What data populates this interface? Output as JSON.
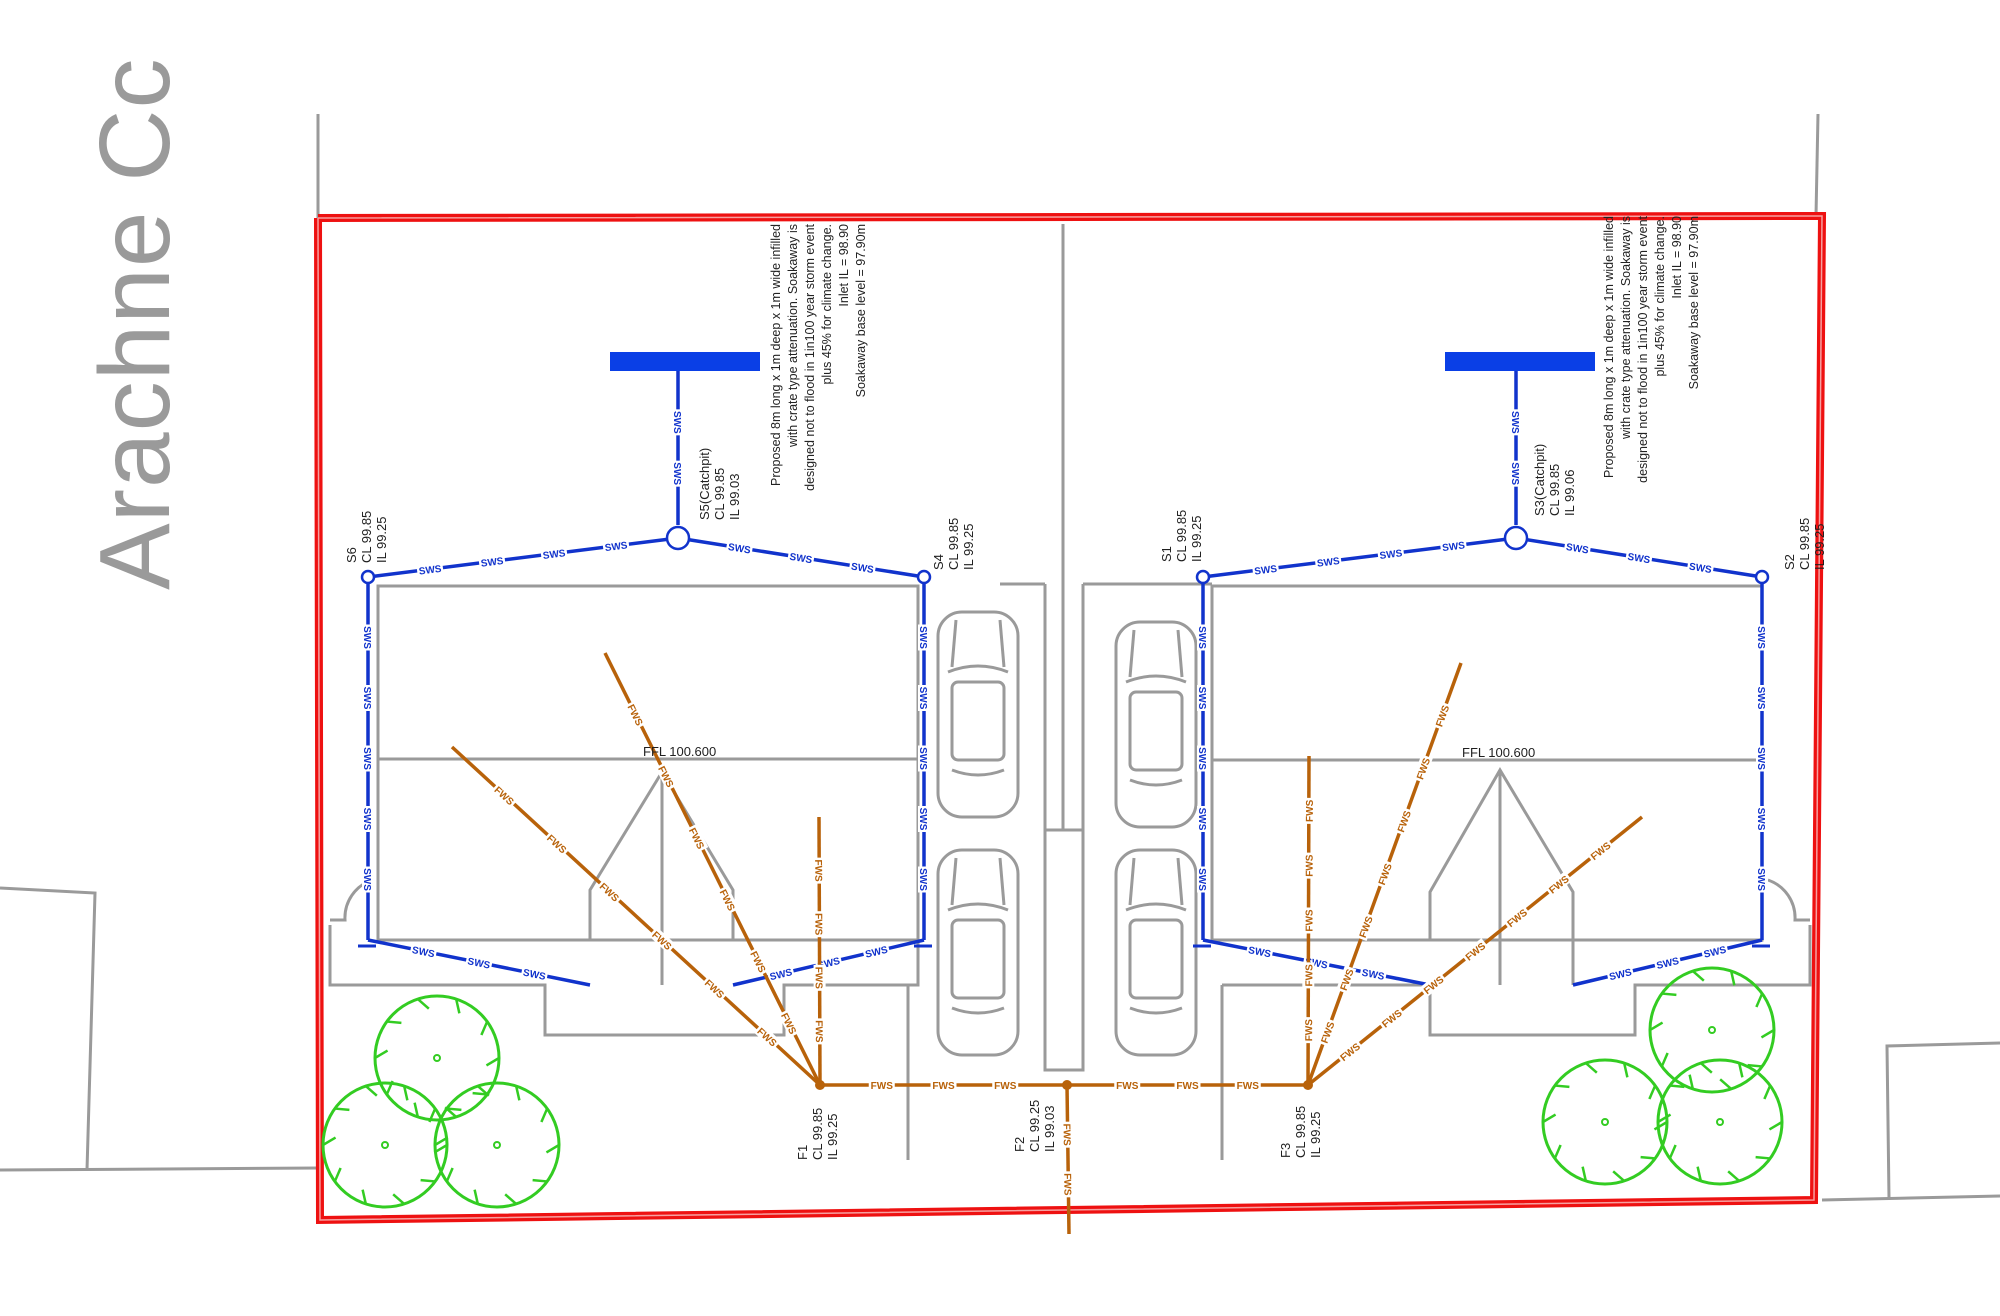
{
  "drawing": {
    "street_name": "Arachne Cc",
    "colors": {
      "boundary": "#ee1111",
      "surface_water": "#1133cc",
      "foul_water": "#b8620a",
      "outline": "#9a9a9a",
      "trees": "#33cc22",
      "soakaway": "#0a3fe6"
    },
    "plots": [
      {
        "id": "left",
        "ffl_label": "FFL 100.600",
        "soakaway_note": [
          "Proposed 8m long x 1m deep x 1m wide infilled",
          "with crate type attenuation. Soakaway is",
          "designed not to flood in 1in100 year storm event",
          "plus 45% for climate change.",
          "Inlet IL = 98.90",
          "Soakaway base level = 97.90m"
        ]
      },
      {
        "id": "right",
        "ffl_label": "FFL 100.600",
        "soakaway_note": [
          "Proposed 8m long x 1m deep x 1m wide infilled",
          "with crate type attenuation. Soakaway is",
          "designed not to flood in 1in100 year storm event",
          "plus 45% for climate change.",
          "Inlet IL = 98.90",
          "Soakaway base level = 97.90m"
        ]
      }
    ],
    "surface_manholes": [
      {
        "id": "S6",
        "lines": [
          "S6",
          "CL 99.85",
          "IL 99.25"
        ]
      },
      {
        "id": "S5",
        "lines": [
          "S5(Catchpit)",
          "CL 99.85",
          "IL 99.03"
        ]
      },
      {
        "id": "S4",
        "lines": [
          "S4",
          "CL 99.85",
          "IL 99.25"
        ]
      },
      {
        "id": "S1",
        "lines": [
          "S1",
          "CL 99.85",
          "IL 99.25"
        ]
      },
      {
        "id": "S3",
        "lines": [
          "S3(Catchpit)",
          "CL 99.85",
          "IL 99.06"
        ]
      },
      {
        "id": "S2",
        "lines": [
          "S2",
          "CL 99.85",
          "IL 99.25"
        ]
      }
    ],
    "foul_manholes": [
      {
        "id": "F1",
        "lines": [
          "F1",
          "CL 99.85",
          "IL 99.25"
        ]
      },
      {
        "id": "F2",
        "lines": [
          "F2",
          "CL 99.25",
          "IL 99.03"
        ]
      },
      {
        "id": "F3",
        "lines": [
          "F3",
          "CL 99.85",
          "IL 99.25"
        ]
      }
    ],
    "pipe_tags": {
      "surface": "SWS",
      "foul": "FWS"
    },
    "cars_count": 4,
    "tree_groups": 2
  }
}
